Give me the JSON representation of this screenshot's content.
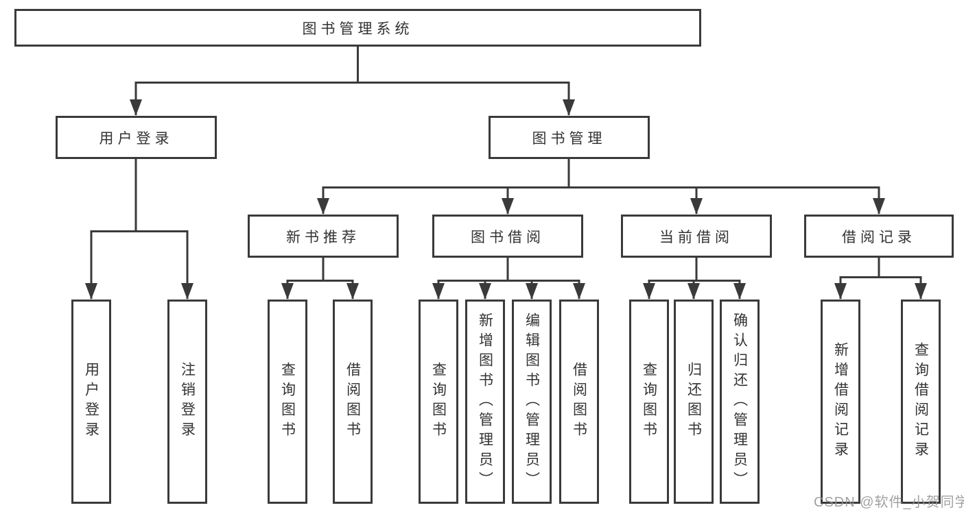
{
  "diagram": {
    "root": {
      "label": "图书管理系统"
    },
    "children": [
      {
        "label": "用户登录",
        "children": [
          {
            "label": "用户登录"
          },
          {
            "label": "注销登录"
          }
        ]
      },
      {
        "label": "图书管理",
        "children": [
          {
            "label": "新书推荐",
            "children": [
              {
                "label": "查询图书"
              },
              {
                "label": "借阅图书"
              }
            ]
          },
          {
            "label": "图书借阅",
            "children": [
              {
                "label": "查询图书"
              },
              {
                "label": "新增图书（管理员）"
              },
              {
                "label": "编辑图书（管理员）"
              },
              {
                "label": "借阅图书"
              }
            ]
          },
          {
            "label": "当前借阅",
            "children": [
              {
                "label": "查询图书"
              },
              {
                "label": "归还图书"
              },
              {
                "label": "确认归还（管理员）"
              }
            ]
          },
          {
            "label": "借阅记录",
            "children": [
              {
                "label": "新增借阅记录"
              },
              {
                "label": "查询借阅记录"
              }
            ]
          }
        ]
      }
    ]
  },
  "watermark": {
    "text": "CSDN @软件_小贺同学"
  },
  "colors": {
    "line": "#3a3a3a",
    "text": "#333333",
    "watermark": "#949494",
    "background": "#ffffff"
  }
}
